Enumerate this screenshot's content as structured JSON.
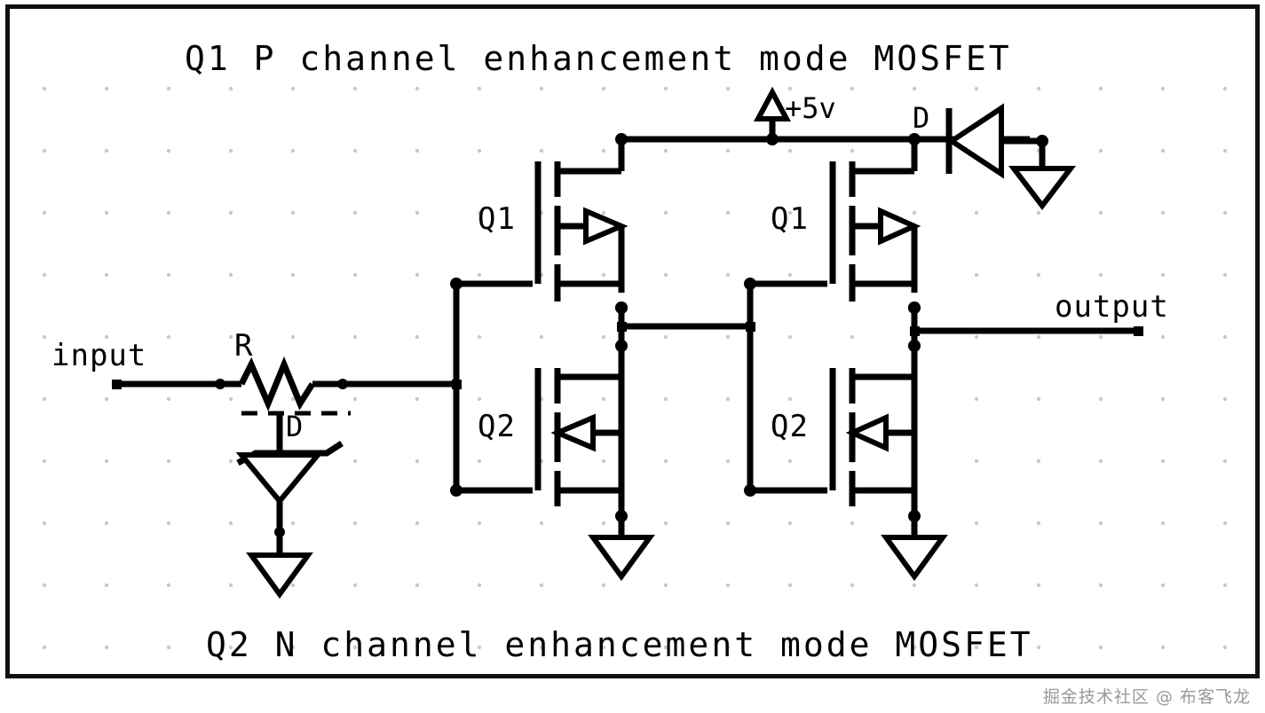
{
  "figure": {
    "title_top": "Q1 P channel  enhancement  mode MOSFET",
    "title_bottom": "Q2 N channel  enhancement  mode MOSFET",
    "watermark": "掘金技术社区 @ 布客飞龙",
    "background_color": "#ffffff",
    "line_color": "#000000",
    "border_color": "#111111",
    "grid_dot_color": "#c9c9c9"
  },
  "labels": {
    "input": "input",
    "output": "output",
    "supply": "+5v",
    "resistor": "R",
    "zener": "D",
    "clamp_diode": "D",
    "q1_left": "Q1",
    "q2_left": "Q2",
    "q1_right": "Q1",
    "q2_right": "Q2"
  },
  "components": [
    {
      "ref": "R",
      "type": "resistor",
      "note": "series input resistor"
    },
    {
      "ref": "D",
      "type": "zener-diode",
      "note": "input clamp zener to ground"
    },
    {
      "ref": "Q1",
      "type": "mosfet-p-channel-enhancement",
      "stage": "first-inverter"
    },
    {
      "ref": "Q2",
      "type": "mosfet-n-channel-enhancement",
      "stage": "first-inverter"
    },
    {
      "ref": "Q1",
      "type": "mosfet-p-channel-enhancement",
      "stage": "second-inverter"
    },
    {
      "ref": "Q2",
      "type": "mosfet-n-channel-enhancement",
      "stage": "second-inverter"
    },
    {
      "ref": "D",
      "type": "diode",
      "note": "supply rail clamp diode to ground"
    }
  ],
  "nets": [
    "input -> R -> zener D -> gate bus of first inverter",
    "first inverter output -> gate bus of second inverter",
    "second inverter output -> output",
    "+5v rail -> sources of both Q1",
    "sources of both Q2 -> ground"
  ]
}
